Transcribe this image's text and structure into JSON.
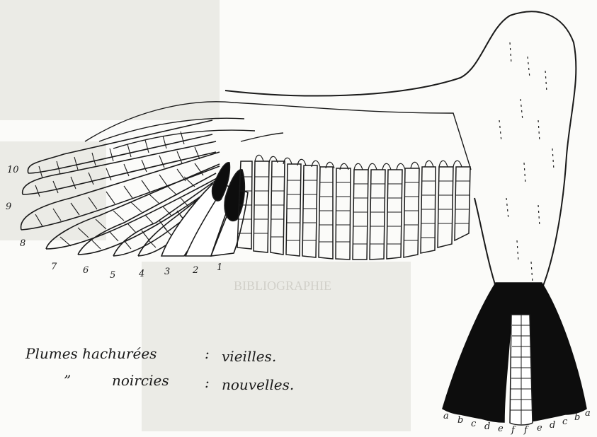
{
  "diagram": {
    "primary_labels": [
      "10",
      "9",
      "8",
      "7",
      "6",
      "5",
      "4",
      "3",
      "2",
      "1"
    ],
    "tail_labels": [
      "a",
      "b",
      "c",
      "d",
      "e",
      "f",
      "f",
      "e",
      "d",
      "c",
      "b",
      "a"
    ],
    "legend": {
      "line1_label": "Plumes hachurées",
      "line1_sep": ":",
      "line1_value": "vieilles.",
      "line2_label": "noircies",
      "line2_ditto": "”",
      "line2_sep": ":",
      "line2_value": "nouvelles."
    },
    "bleed_heading": "BIBLIOGRAPHIE"
  }
}
